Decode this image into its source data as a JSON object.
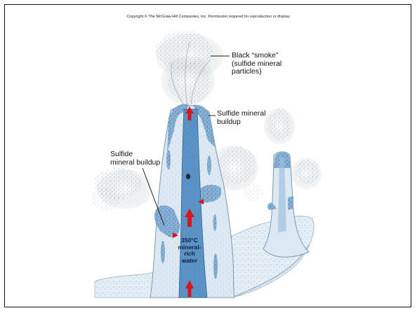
{
  "copyright": "Copyright © The McGraw-Hill Companies, Inc. Permission required for reproduction or display.",
  "labels": {
    "black_smoke_line1": "Black “smoke”",
    "black_smoke_line2": "(sulfide mineral",
    "black_smoke_line3": "particles)",
    "sulfide_right_line1": "Sulfide mineral",
    "sulfide_right_line2": "buildup",
    "sulfide_left_line1": "Sulfide",
    "sulfide_left_line2": "mineral buildup",
    "water_line1": "350°C",
    "water_line2": "mineral-",
    "water_line3": "rich",
    "water_line4": "water"
  },
  "colors": {
    "chimney_fill": "#dce9f3",
    "conduit_fill": "#5d94c8",
    "sulfide_fill": "#86b0d8",
    "seafloor_fill": "#e6eef5",
    "smoke": "#8a8f94",
    "arrow": "#d9161b"
  }
}
